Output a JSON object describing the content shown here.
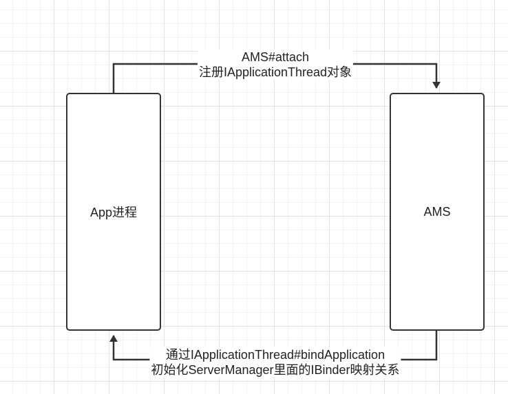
{
  "diagram": {
    "nodes": {
      "app": {
        "label": "App进程"
      },
      "ams": {
        "label": "AMS"
      }
    },
    "edges": {
      "attach": {
        "line1": "AMS#attach",
        "line2": "注册IApplicationThread对象"
      },
      "bind": {
        "line1": "通过IApplicationThread#bindApplication",
        "line2": "初始化ServerManager里面的IBinder映射关系"
      }
    },
    "colors": {
      "stroke": "#333333",
      "text": "#222222",
      "background": "#ffffff",
      "grid": "#e2e2e2"
    }
  }
}
